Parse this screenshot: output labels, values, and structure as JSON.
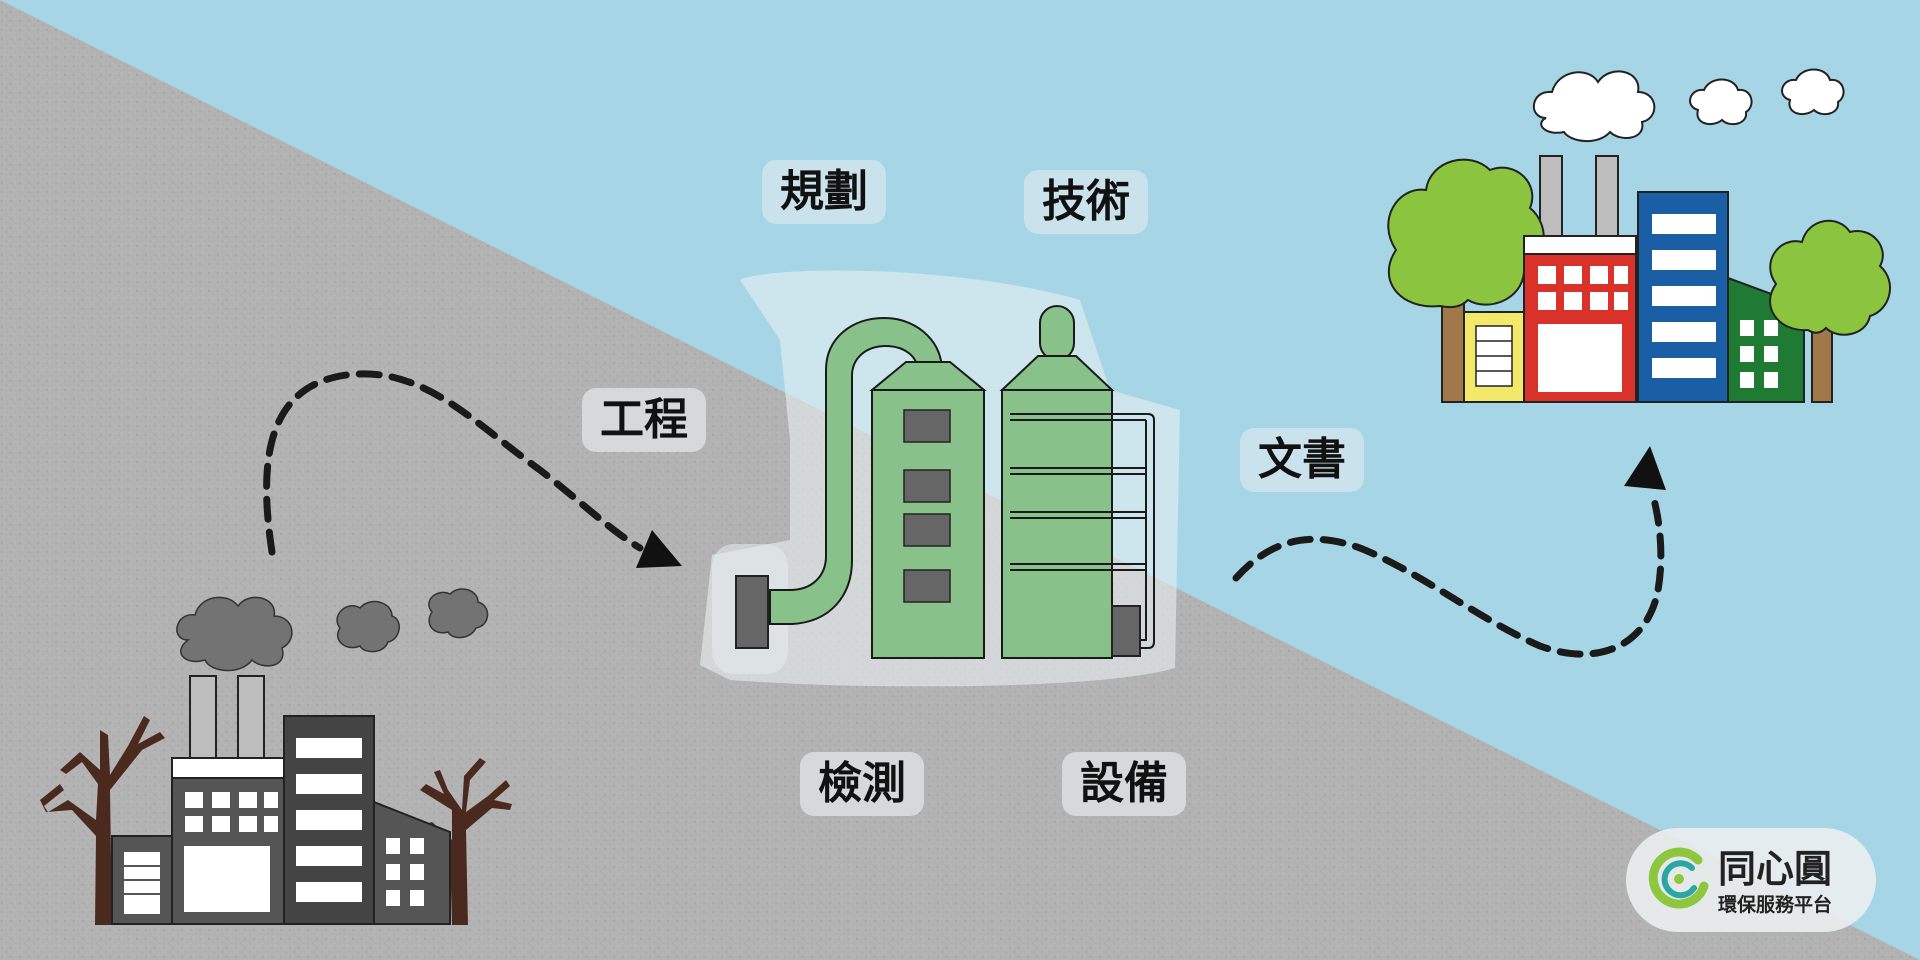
{
  "labels": {
    "planning": "規劃",
    "technology": "技術",
    "engineering": "工程",
    "documents": "文書",
    "inspection": "檢測",
    "equipment": "設備"
  },
  "logo": {
    "name": "同心圓",
    "subtitle": "環保服務平台"
  },
  "colors": {
    "sky": "#a6d6e6",
    "ground": "#b3b3b3",
    "scrubber": "#88c28a",
    "tree_green": "#8bc43f",
    "trunk": "#a0784a",
    "dead_tree": "#4a2a1e",
    "red_building": "#d8322a",
    "blue_building": "#1a5ea6",
    "yellow_building": "#f2e86a",
    "dark_green_building": "#1f7a34",
    "logo_green": "#8dc63f",
    "logo_teal": "#2aa7a3"
  }
}
